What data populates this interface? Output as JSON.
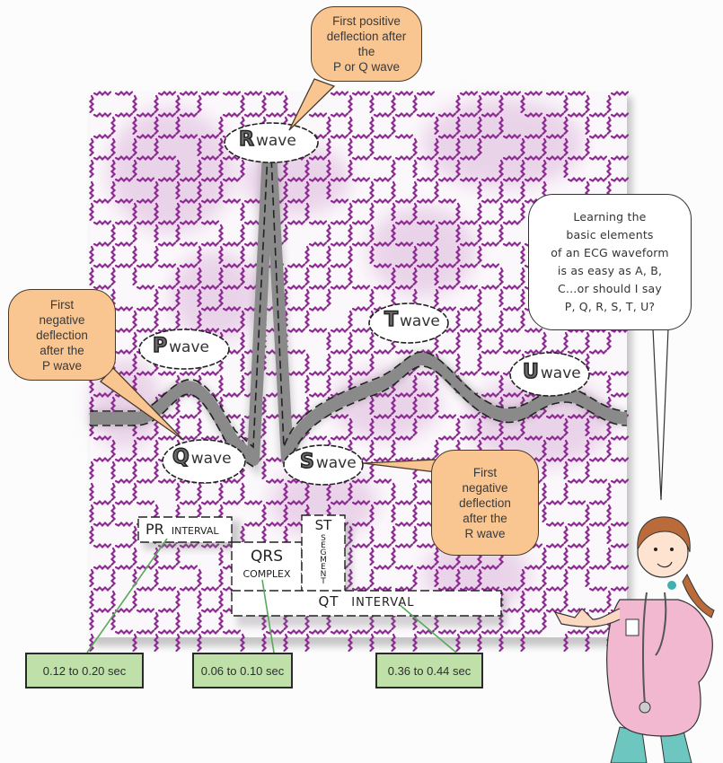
{
  "figure": {
    "title_bubble": "Learning the\nbasic elements\nof an ECG waveform\nis as easy as A, B,\nC…or should I say\nP, Q, R, S, T, U?",
    "colors": {
      "grid": "#8e2a93",
      "grid_wash": "#e6c8e4",
      "wave": "#7b7b7b",
      "callout_fill": "#f9c591",
      "timebox_fill": "#bfe0a9",
      "leader_green": "#5aa85a"
    },
    "waves": [
      {
        "letter": "R",
        "word": "wave"
      },
      {
        "letter": "P",
        "word": "wave"
      },
      {
        "letter": "T",
        "word": "wave"
      },
      {
        "letter": "U",
        "word": "wave"
      },
      {
        "letter": "Q",
        "word": "wave"
      },
      {
        "letter": "S",
        "word": "wave"
      }
    ],
    "callouts": [
      {
        "id": "r",
        "text": "First positive\ndeflection after the\nP or Q wave"
      },
      {
        "id": "q",
        "text": "First\nnegative\ndeflection\nafter the\nP wave"
      },
      {
        "id": "s",
        "text": "First\nnegative\ndeflection\nafter the\nR wave"
      }
    ],
    "intervals": {
      "pr": {
        "part1": "PR",
        "part2": "INTERVAL"
      },
      "qrs": {
        "line1": "QRS",
        "line2": "COMPLEX"
      },
      "st": {
        "line1": "ST",
        "line2": "SEGMENT"
      },
      "qt": {
        "part1": "QT",
        "part2": "INTERVAL"
      }
    },
    "durations": [
      {
        "id": "pr",
        "text": "0.12 to 0.20 sec"
      },
      {
        "id": "qrs",
        "text": "0.06 to 0.10 sec"
      },
      {
        "id": "qt",
        "text": "0.36 to 0.44 sec"
      }
    ]
  }
}
